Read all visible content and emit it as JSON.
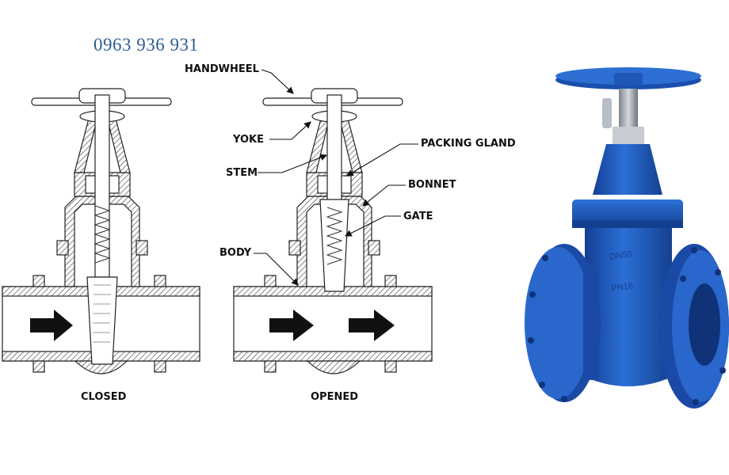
{
  "phone": "0963 936 931",
  "labels": {
    "handwheel": "HANDWHEEL",
    "yoke": "YOKE",
    "stem": "STEM",
    "packing_gland": "PACKING GLAND",
    "bonnet": "BONNET",
    "gate": "GATE",
    "body": "BODY"
  },
  "captions": {
    "closed": "CLOSED",
    "opened": "OPENED"
  },
  "product_photo": {
    "body_markings": [
      "DN50",
      "PN16"
    ],
    "colors": {
      "valve_body": "#1f5fc2",
      "valve_shadow": "#133f8f",
      "stem": "#9aa3ad"
    }
  },
  "colors": {
    "phone_text": "#2d5d93",
    "line": "#222222",
    "hatch": "#444444"
  }
}
